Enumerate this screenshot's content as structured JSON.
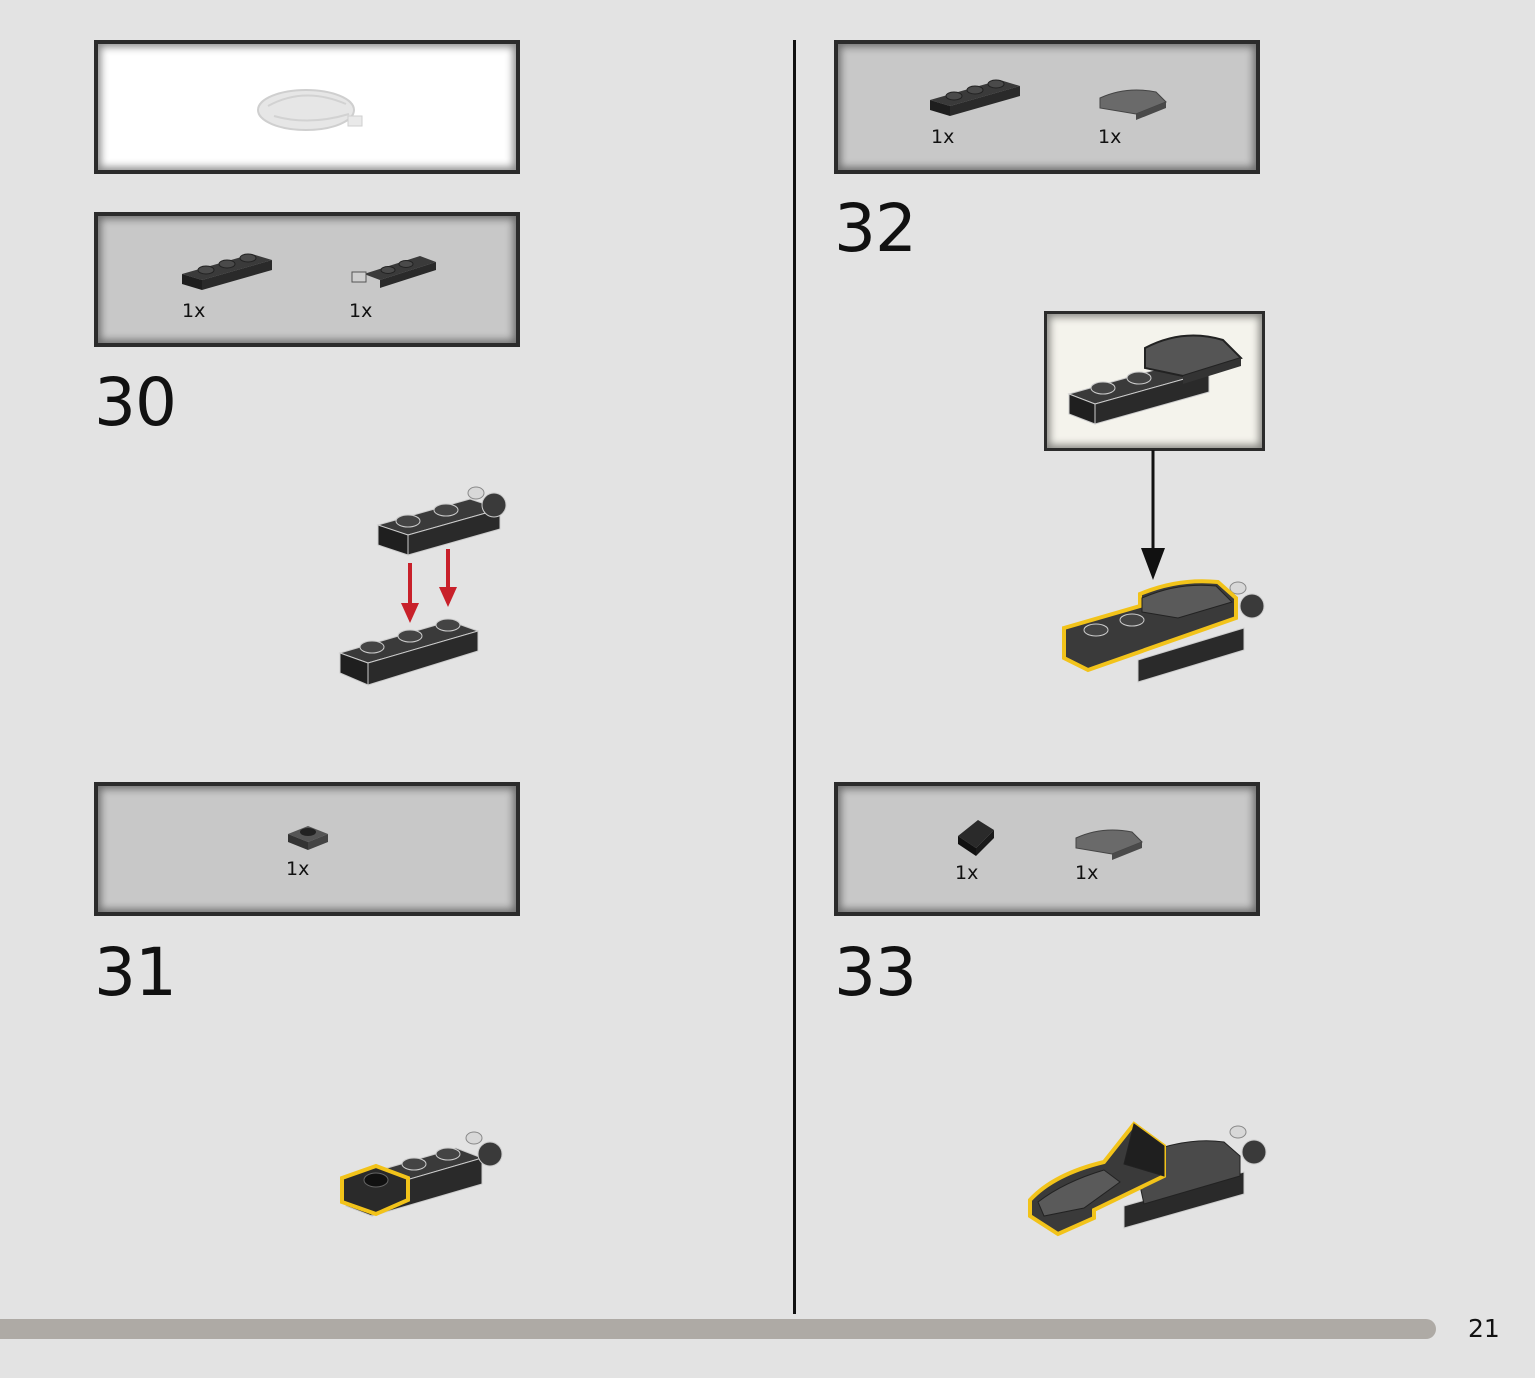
{
  "previous_model_box": {
    "parts": []
  },
  "steps": [
    {
      "number": "30",
      "parts": [
        {
          "qty": "1x",
          "part": "plate-1x3-black"
        },
        {
          "qty": "1x",
          "part": "hinge-plate-1x3-black"
        }
      ]
    },
    {
      "number": "31",
      "parts": [
        {
          "qty": "1x",
          "part": "round-plate-1x1-trans-black"
        }
      ]
    },
    {
      "number": "32",
      "parts": [
        {
          "qty": "1x",
          "part": "plate-1x3-black"
        },
        {
          "qty": "1x",
          "part": "curved-slope-trans-black"
        }
      ]
    },
    {
      "number": "33",
      "parts": [
        {
          "qty": "1x",
          "part": "slope-1x1-black"
        },
        {
          "qty": "1x",
          "part": "curved-slope-trans-black"
        }
      ]
    }
  ],
  "page_number": "21",
  "colors": {
    "background": "#e3e3e3",
    "parts_box": "#c8c8c8",
    "highlight": "#f2c31a",
    "arrow_red": "#c8202a",
    "brick_dark": "#2e2e2e"
  }
}
